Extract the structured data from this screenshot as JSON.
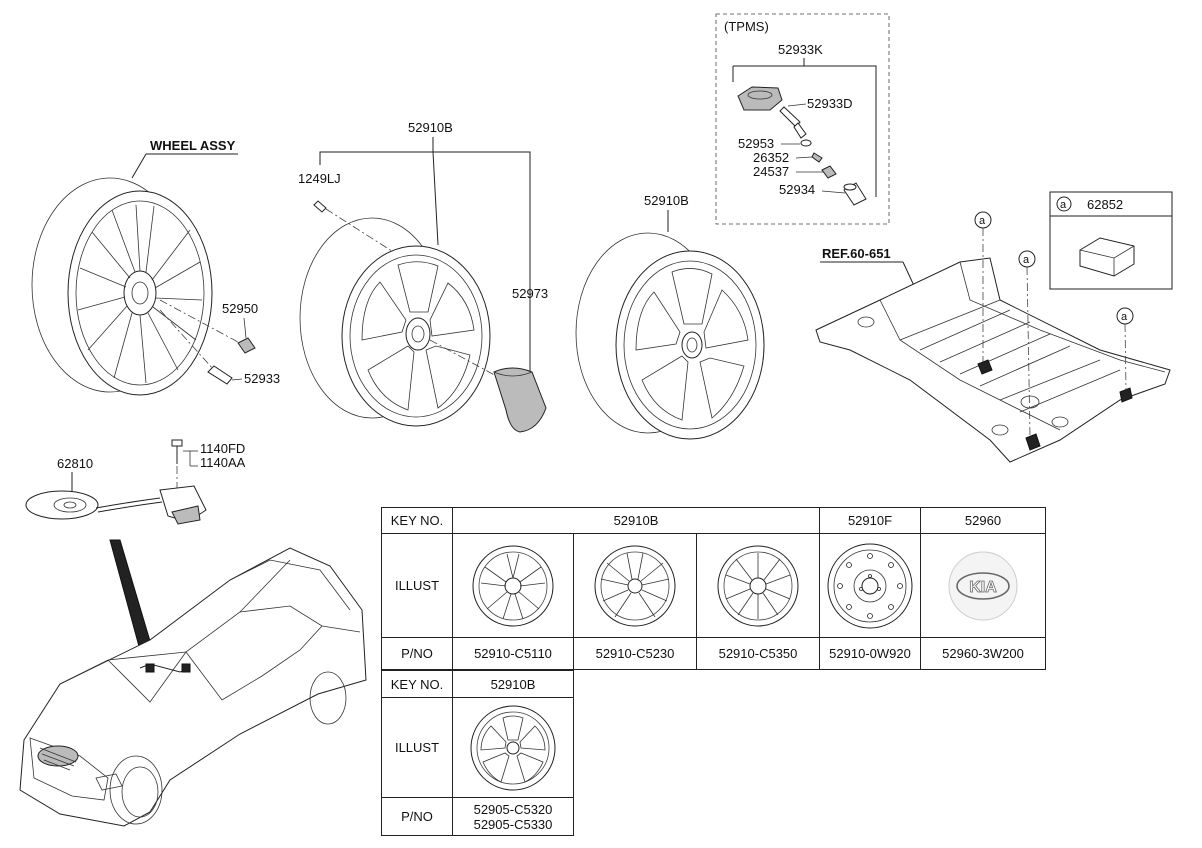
{
  "tpms": {
    "title": "(TPMS)"
  },
  "labels": {
    "tpms_kit": "52933K",
    "tpms_sensor": "52933D",
    "tpms_52953": "52953",
    "tpms_26352": "26352",
    "tpms_24537": "24537",
    "tpms_52934": "52934",
    "wheel_assy": "WHEEL ASSY",
    "wheel_top": "52910B",
    "bolt": "1249LJ",
    "cover": "52973",
    "nut": "52950",
    "valve": "52933",
    "wheel_right": "52910B",
    "ref": "REF.60-651",
    "circle": "a",
    "part_box_num": "62852",
    "carrier": "62810",
    "bolt2_a": "1140FD",
    "bolt2_b": "1140AA"
  },
  "table1": {
    "row_key": "KEY NO.",
    "row_illust": "ILLUST",
    "row_pno": "P/NO",
    "groups": [
      {
        "key": "52910B",
        "span": 3
      },
      {
        "key": "52910F",
        "span": 1
      },
      {
        "key": "52960",
        "span": 1
      }
    ],
    "cells": [
      {
        "icon": "alloy-wheel-icon",
        "pno": "52910-C5110"
      },
      {
        "icon": "alloy-wheel-icon",
        "pno": "52910-C5230"
      },
      {
        "icon": "alloy-wheel-icon",
        "pno": "52910-C5350"
      },
      {
        "icon": "steel-wheel-icon",
        "pno": "52910-0W920"
      },
      {
        "icon": "kia-emblem-icon",
        "pno": "52960-3W200"
      }
    ]
  },
  "table2": {
    "row_key": "KEY NO.",
    "row_illust": "ILLUST",
    "row_pno": "P/NO",
    "key": "52910B",
    "icon": "alloy-wheel-icon",
    "pno_1": "52905-C5320",
    "pno_2": "52905-C5330"
  },
  "emblem_text": "KIA"
}
